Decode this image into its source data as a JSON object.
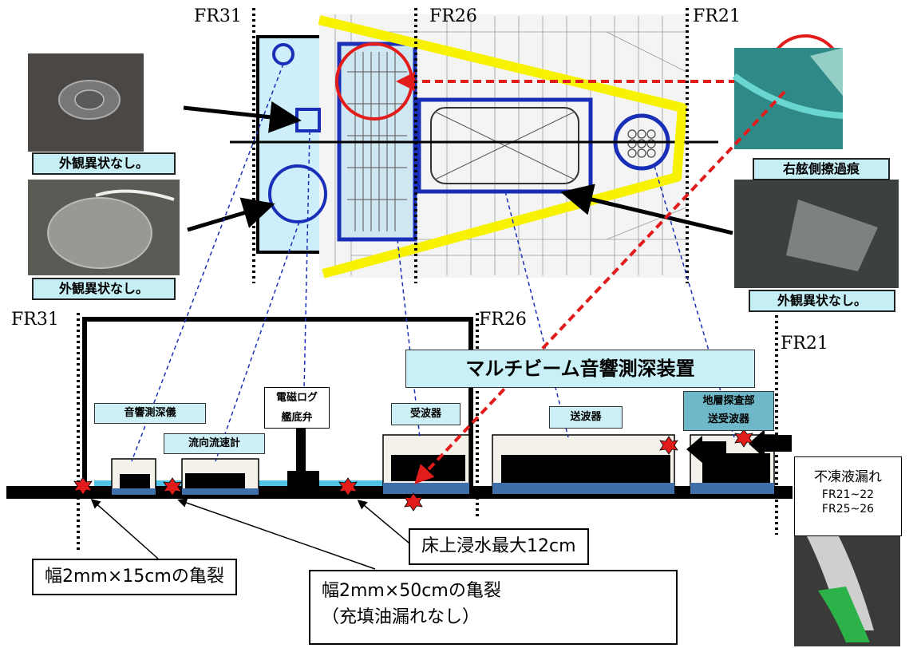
{
  "frame_labels": {
    "plan_fr31": "FR31",
    "plan_fr26": "FR26",
    "plan_fr21": "FR21",
    "side_fr31": "FR31",
    "side_fr26": "FR26",
    "side_fr21": "FR21"
  },
  "photo_captions": {
    "top_left": "外観異状なし。",
    "mid_left": "外観異状なし。",
    "top_right": "右舷側擦過痕",
    "mid_right": "外観異状なし。"
  },
  "system_title": "マルチビーム音響測深装置",
  "equipment": {
    "echo_sounder": "音響測深儀",
    "current_meter": "流向流速計",
    "em_log": "電磁ログ",
    "hull_valve": "艦底弁",
    "receiver": "受波器",
    "transmitter": "送波器",
    "sbp": "地層探査部",
    "sbp2": "送受波器"
  },
  "callouts": {
    "flooding": "床上浸水最大12cm",
    "crack_15": "幅2mm×15cmの亀裂",
    "crack_50": "幅2mm×50cmの亀裂",
    "crack_50_note": "（充填油漏れなし）"
  },
  "antifreeze": {
    "title": "不凍液漏れ",
    "range1": "FR21~22",
    "range2": "FR25~26"
  },
  "colors": {
    "plan_bg": "#cdeefa",
    "blue": "#1a2fb8",
    "red": "#e21b1b",
    "yellow": "#f7f200",
    "water": "#4ec3e6"
  }
}
